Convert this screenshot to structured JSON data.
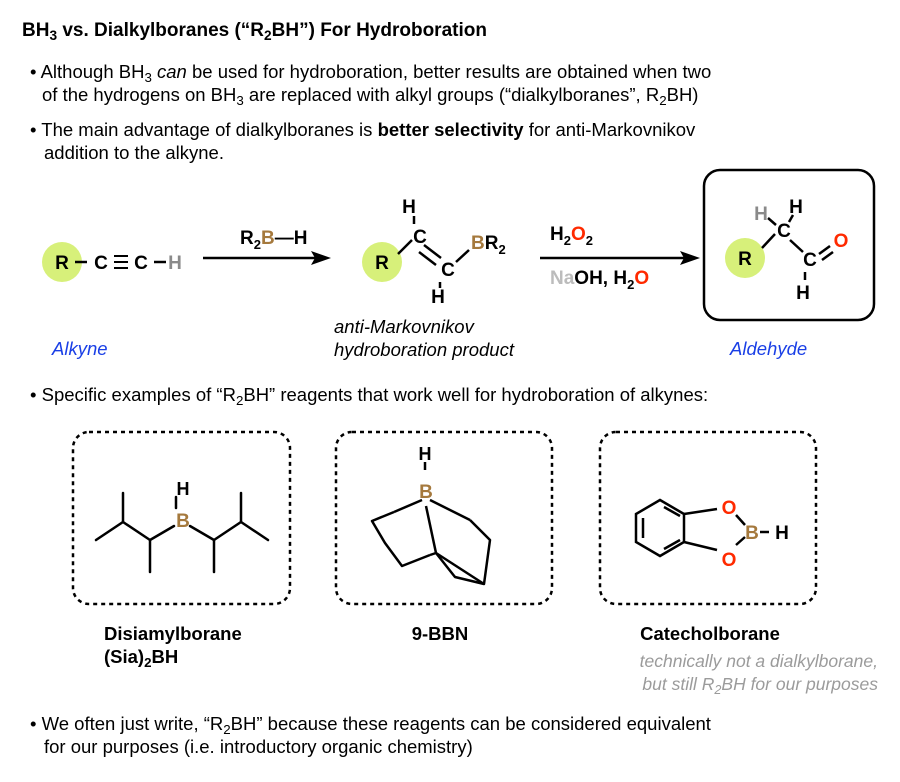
{
  "title": {
    "pre": "BH",
    "sub": "3",
    "post": " vs. Dialkylboranes (“R",
    "sub2": "2",
    "post2": "BH”) For Hydroboration"
  },
  "bullet1": {
    "a": "• Although BH",
    "sub1": "3",
    "b": " ",
    "italic": "can",
    "c": " be used for hydroboration, better results are obtained when two",
    "d": "of the hydrogens on BH",
    "sub2": "3",
    "e": " are replaced with alkyl groups (“dialkylboranes”, R",
    "sub3": "2",
    "f": "BH)"
  },
  "bullet2": {
    "a": "• The main advantage of dialkylboranes is ",
    "bold": "better selectivity",
    "b": " for anti-Markovnikov",
    "c": "addition to the alkyne."
  },
  "reaction": {
    "alkyne_label": "Alkyne",
    "reagent1": {
      "r": "R",
      "sub": "2",
      "b": "B",
      "h": "—H"
    },
    "product_label_line1": "anti-Markovnikov",
    "product_label_line2": "hydroboration product",
    "reagent2_line1": {
      "h": "H",
      "sub": "2",
      "o": "O",
      "sub2": "2"
    },
    "reagent2_line2": {
      "na": "Na",
      "oh": "OH, H",
      "sub": "2",
      "o": "O"
    },
    "aldehyde_label": "Aldehyde"
  },
  "bullet3": {
    "a": "• Specific examples of “R",
    "sub": "2",
    "b": "BH” reagents that work well for hydroboration of alkynes:"
  },
  "examples": [
    {
      "name": "Disiamylborane",
      "name2_pre": "(Sia)",
      "name2_sub": "2",
      "name2_post": "BH"
    },
    {
      "name": "9-BBN"
    },
    {
      "name": "Catecholborane",
      "note1": "technically not a dialkylborane,",
      "note2_pre": "but still R",
      "note2_sub": "2",
      "note2_post": "BH for our purposes"
    }
  ],
  "bullet4": {
    "a": "• We often just write, “R",
    "sub": "2",
    "b": "BH” because these reagents can be considered equivalent",
    "c": "for our purposes (i.e. introductory organic chemistry)"
  },
  "atoms": {
    "R": "R",
    "C": "C",
    "H": "H",
    "B": "B",
    "O": "O",
    "BR": "BR",
    "two": "2"
  },
  "colors": {
    "boron": "#a5793d",
    "oxygen": "#ff2a00",
    "hydrogen_gray": "#8a8a8a",
    "r_ball": "#d7f07a",
    "blue": "#1a3fe6"
  }
}
